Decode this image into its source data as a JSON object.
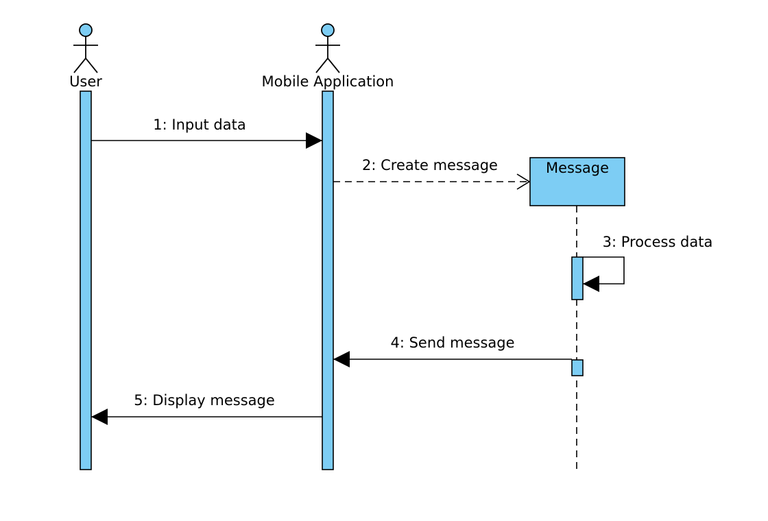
{
  "colors": {
    "fill": "#7dcdf4",
    "stroke": "#000000",
    "background": "#ffffff"
  },
  "participants": {
    "user": {
      "label": "User",
      "kind": "actor"
    },
    "app": {
      "label": "Mobile Application",
      "kind": "actor"
    },
    "message": {
      "label": "Message",
      "kind": "object"
    }
  },
  "messages": [
    {
      "label": "1: Input data",
      "from": "User",
      "to": "Mobile Application",
      "style": "synchronous"
    },
    {
      "label": "2: Create message",
      "from": "Mobile Application",
      "to": "Message",
      "style": "create"
    },
    {
      "label": "3: Process data",
      "from": "Message",
      "to": "Message",
      "style": "self-call"
    },
    {
      "label": "4: Send message",
      "from": "Message",
      "to": "Mobile Application",
      "style": "synchronous"
    },
    {
      "label": "5: Display message",
      "from": "Mobile Application",
      "to": "User",
      "style": "synchronous"
    }
  ]
}
